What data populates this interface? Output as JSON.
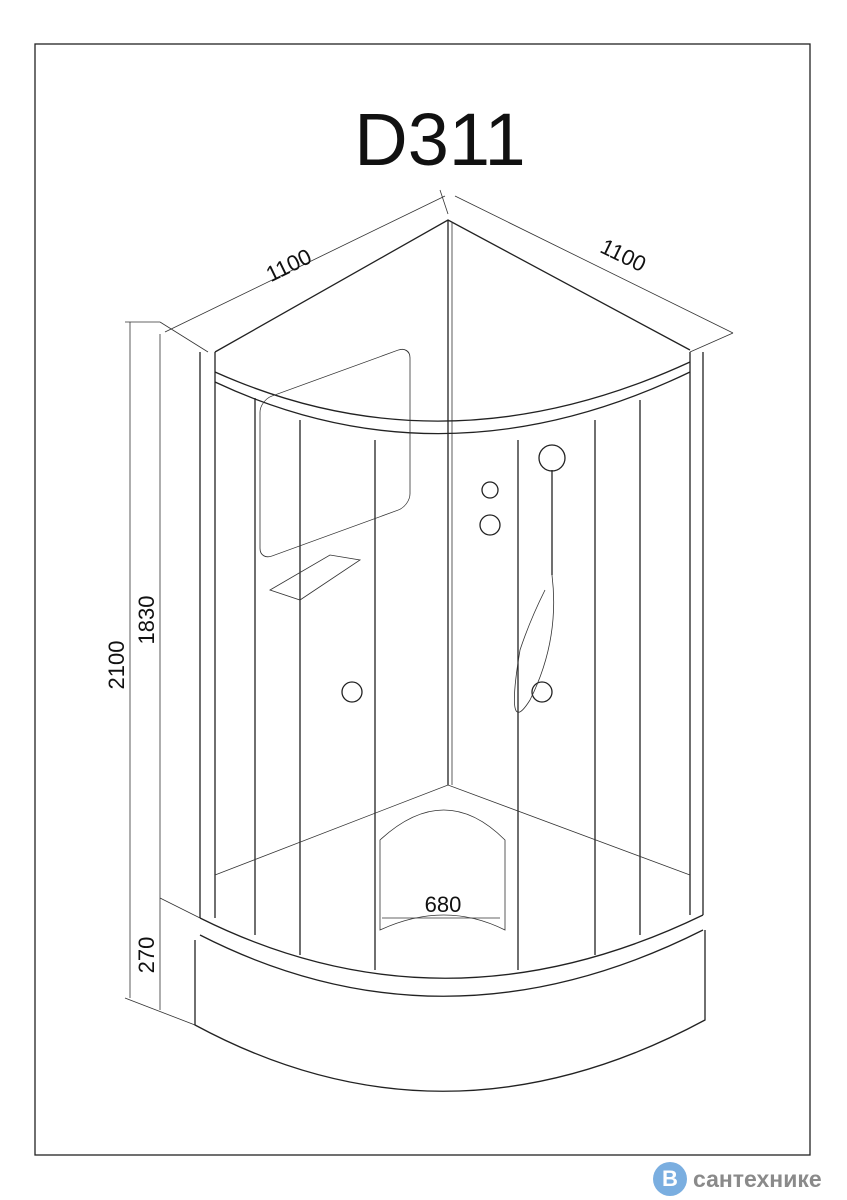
{
  "title": "D311",
  "dimensions": {
    "width_left": "1100",
    "width_right": "1100",
    "total_height": "2100",
    "cabin_height": "1830",
    "tray_height": "270",
    "door_opening": "680"
  },
  "watermark": {
    "letter": "B",
    "text": "сантехнике",
    "color": "#7aaee0"
  }
}
